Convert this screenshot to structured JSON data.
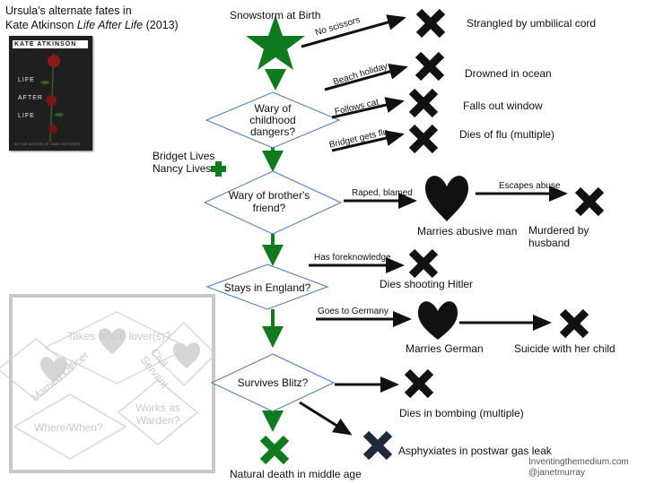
{
  "title": {
    "line1": "Ursula's alternate fates in",
    "line2_prefix": "Kate Atkinson ",
    "line2_italic": "Life After Life",
    "line2_suffix": " (2013)"
  },
  "book_cover": {
    "author": "KATE ATKINSON",
    "title_lines": "LIFE\nAFTER\nLIFE",
    "footer": "BY THE AUTHOR OF CASE HISTORIES"
  },
  "start_node": "Snowstorm at Birth",
  "decisions": {
    "d1": [
      "Wary of",
      "childhood",
      "dangers?"
    ],
    "d2": [
      "Wary of brother's",
      "friend?"
    ],
    "d3": "Stays in England?",
    "d4": "Survives Blitz?"
  },
  "edge_labels": {
    "no_scissors": "No scissors",
    "beach_holiday": "Beach holiday",
    "follows_cat": "Follows  cat",
    "bridget_flu": "Bridget gets flu",
    "raped_blamed": "Raped, blamed",
    "escapes_abuse": "Escapes abuse",
    "has_foreknowledge": "Has foreknowledge",
    "goes_to_germany": "Goes to Germany"
  },
  "outcomes": {
    "strangled": "Strangled by umbilical cord",
    "drowned": "Drowned in ocean",
    "falls": "Falls out window",
    "flu": "Dies of flu (multiple)",
    "marries_abusive": "Marries abusive man",
    "murdered": [
      "Murdered by",
      "husband"
    ],
    "hitler": "Dies shooting Hitler",
    "marries_german": "Marries German",
    "suicide": "Suicide with her child",
    "bombing": "Dies in bombing (multiple)",
    "gas_leak": "Asphyxiates in postwar gas leak",
    "natural": "Natural death in middle age"
  },
  "side_note": [
    "Bridget Lives",
    "Nancy Lives"
  ],
  "unexplored": {
    "lovers": "Takes which lover(s)?",
    "married_officer": "Married Officer",
    "civil_servant": "Civil Servant",
    "warden": [
      "Works as",
      "Warden?"
    ],
    "where_when": "Where/When?"
  },
  "credit": [
    "Inventingthemedium.com",
    "@janetmurray"
  ],
  "colors": {
    "green": "#0f7a1e",
    "black": "#111111",
    "diamond_border": "#4a7ab8",
    "gas_leak_cross": "#1c2a3a",
    "panel_border": "#c8c8c8"
  },
  "icons": [
    "star-icon",
    "x-icon",
    "heart-icon",
    "plus-icon"
  ]
}
